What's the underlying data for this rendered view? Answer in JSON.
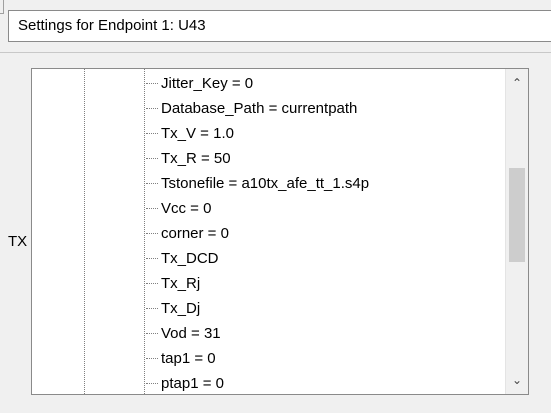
{
  "header": {
    "title": "Settings for Endpoint 1: U43"
  },
  "group": {
    "label": "TX"
  },
  "tree": {
    "items": [
      "Jitter_Key = 0",
      "Database_Path = currentpath",
      "Tx_V = 1.0",
      "Tx_R = 50",
      "Tstonefile = a10tx_afe_tt_1.s4p",
      "Vcc = 0",
      "corner = 0",
      "Tx_DCD",
      "Tx_Rj",
      "Tx_Dj",
      "Vod = 31",
      "tap1 = 0",
      "ptap1 = 0"
    ]
  },
  "scrollbar": {
    "up_icon": "chevron-up-icon",
    "down_icon": "chevron-down-icon",
    "up_glyph": "⌃",
    "down_glyph": "⌄"
  }
}
